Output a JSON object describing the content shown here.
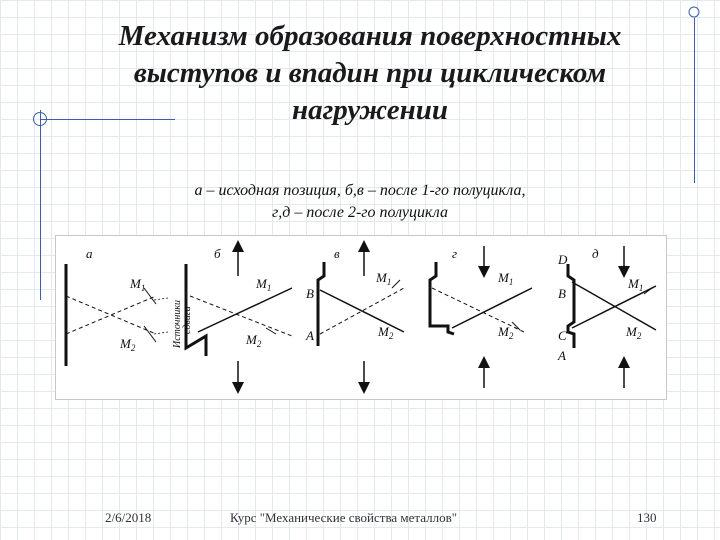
{
  "slide": {
    "title_line1": "Механизм образования поверхностных",
    "title_line2": "выступов и впадин при циклическом",
    "title_line3": "нагружении",
    "subtitle_line1": "а – исходная позиция, б,в – после 1-го полуцикла,",
    "subtitle_line2": "г,д – после 2-го полуцикла"
  },
  "diagram": {
    "panels": [
      "а",
      "б",
      "в",
      "г",
      "д"
    ],
    "m1": "M",
    "m1_sub": "1",
    "m2": "M",
    "m2_sub": "2",
    "source_label_line1": "Источники",
    "source_label_line2": "сдвига",
    "point_A": "A",
    "point_B": "B",
    "point_C": "C",
    "point_D": "D"
  },
  "footer": {
    "date": "2/6/2018",
    "course": "Курс \"Механические свойства металлов\"",
    "page": "130"
  },
  "colors": {
    "frame": "#3a5fa8",
    "grid": "#e3e9f4"
  }
}
